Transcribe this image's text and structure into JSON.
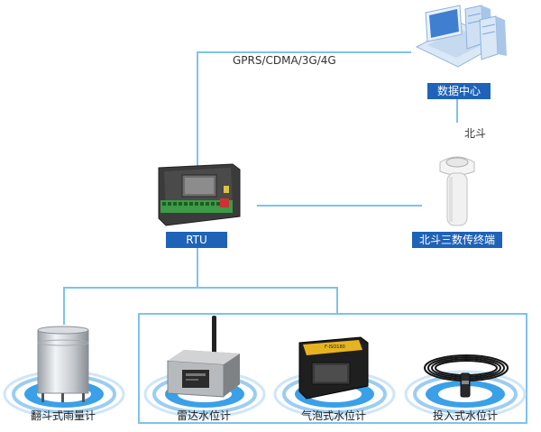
{
  "network_label": "GPRS/CDMA/3G/4G",
  "beidou_label": "北斗",
  "nodes": {
    "data_center": "数据中心",
    "rtu": "RTU",
    "beidou_terminal": "北斗三数传终端",
    "rain_gauge": "翻斗式雨量计",
    "radar_level": "雷达水位计",
    "bubble_level": "气泡式水位计",
    "pressure_level": "投入式水位计"
  },
  "bubble_device_text": "F-ISO180",
  "colors": {
    "line": "#7fc2ec",
    "label_bg": "#1e63b8",
    "ripple": "#3aa0e8"
  }
}
